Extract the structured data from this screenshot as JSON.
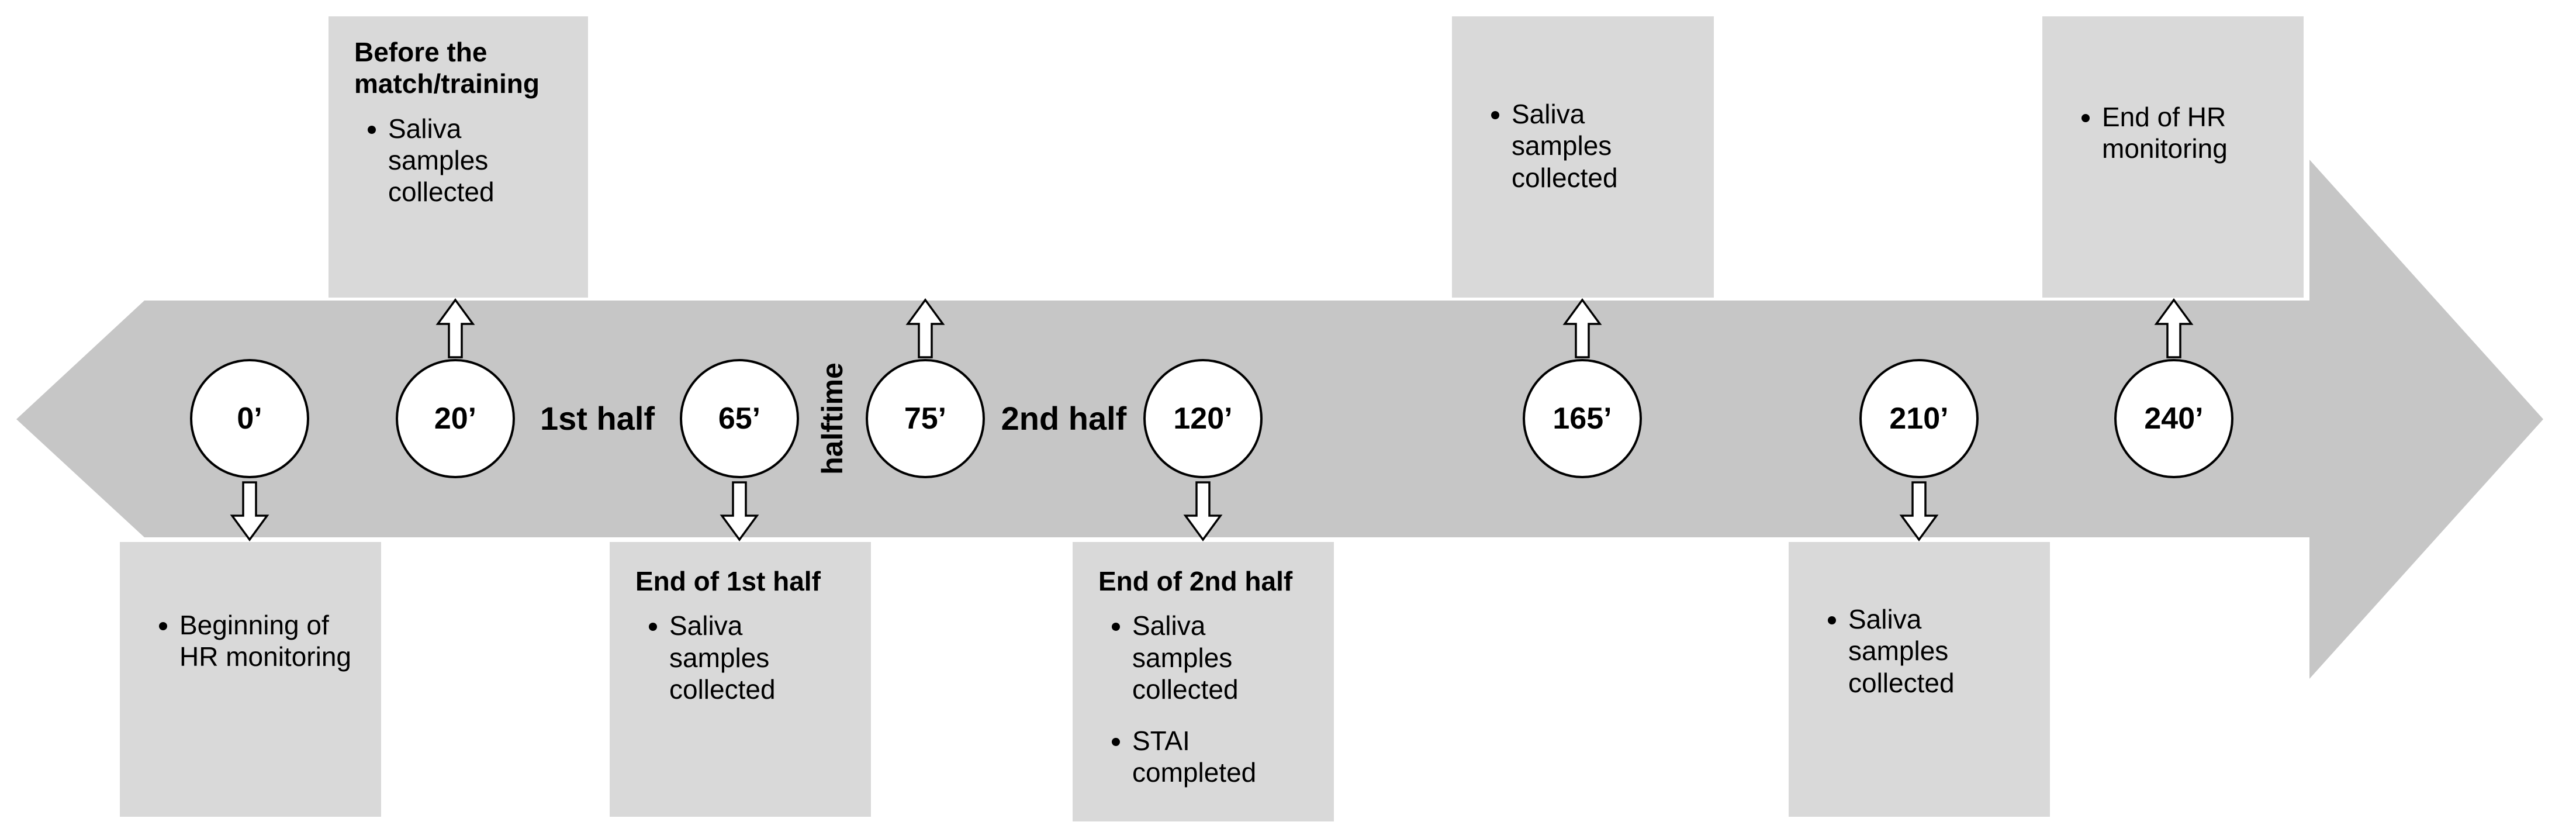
{
  "colors": {
    "band": "#c6c6c6",
    "annotation_box": "#d9d9d9",
    "marker_fill": "#ffffff",
    "outline": "#000000"
  },
  "markers": {
    "m0": {
      "time": "0’"
    },
    "m20": {
      "time": "20’"
    },
    "m65": {
      "time": "65’"
    },
    "m75": {
      "time": "75’"
    },
    "m120": {
      "time": "120’"
    },
    "m165": {
      "time": "165’"
    },
    "m210": {
      "time": "210’"
    },
    "m240": {
      "time": "240’"
    }
  },
  "segments": {
    "first_half": "1st half",
    "halftime": "halftime",
    "second_half": "2nd half"
  },
  "boxes": {
    "before_match": {
      "position": "above",
      "marker": "20’",
      "title": "Before the match/training",
      "bullets": [
        "Saliva samples collected"
      ]
    },
    "saliva_165": {
      "position": "above",
      "marker": "165’",
      "bullets": [
        "Saliva samples collected"
      ]
    },
    "end_hr": {
      "position": "above",
      "marker": "240’",
      "bullets": [
        "End of HR monitoring"
      ]
    },
    "begin_hr": {
      "position": "below",
      "marker": "0’",
      "bullets": [
        "Beginning of HR monitoring"
      ]
    },
    "end_1st_half": {
      "position": "below",
      "marker": "65’",
      "title": "End of 1st half",
      "bullets": [
        "Saliva samples collected"
      ]
    },
    "end_2nd_half": {
      "position": "below",
      "marker": "120’",
      "title": "End of 2nd half",
      "bullets": [
        "Saliva samples collected",
        "STAI completed"
      ]
    },
    "saliva_210": {
      "position": "below",
      "marker": "210’",
      "bullets": [
        "Saliva samples collected"
      ]
    }
  }
}
